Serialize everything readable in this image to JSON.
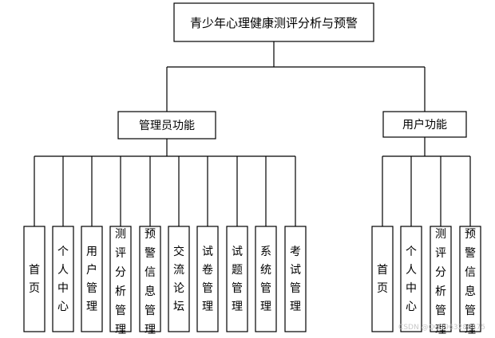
{
  "root": {
    "label": "青少年心理健康测评分析与预警"
  },
  "groups": [
    {
      "label": "管理员功能",
      "items": [
        "首页",
        "个人中心",
        "用户管理",
        "测评分析管理",
        "预警信息管理",
        "交流论坛",
        "试卷管理",
        "试题管理",
        "系统管理",
        "考试管理"
      ]
    },
    {
      "label": "用户功能",
      "items": [
        "首页",
        "个人中心",
        "测评分析管理",
        "预警信息管理"
      ]
    }
  ],
  "watermark": "CSDN @QQ1963288475"
}
